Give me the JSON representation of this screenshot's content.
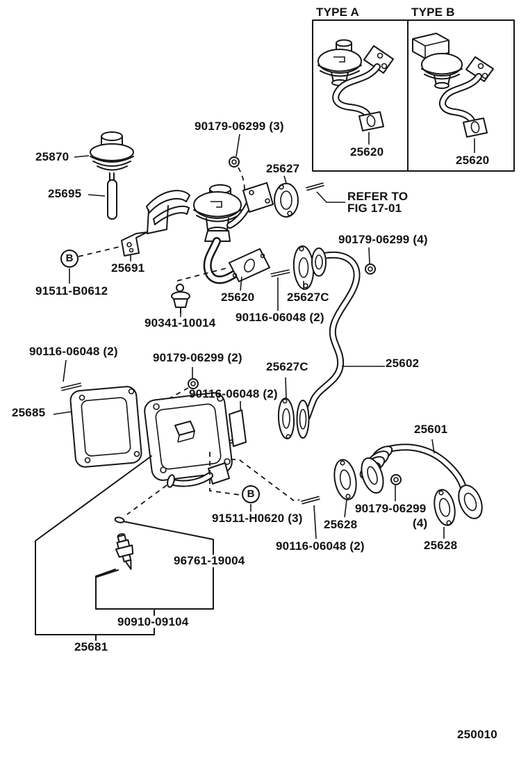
{
  "colors": {
    "ink": "#151515",
    "background": "#ffffff"
  },
  "inset": {
    "type_a_title": "TYPE A",
    "type_b_title": "TYPE B",
    "type_a_part": "25620",
    "type_b_part": "25620"
  },
  "labels": {
    "nut_90179_3": "90179-06299 (3)",
    "modulator": "25870",
    "hose_tube": "25695",
    "gasket_25627": "25627",
    "refer_line1": "REFER TO",
    "refer_line2": "FIG 17-01",
    "nut_90179_4_upper": "90179-06299 (4)",
    "bracket": "25691",
    "bolt_b1_part": "91511-B0612",
    "valve": "25620",
    "gasket_25627c_1": "25627C",
    "check_valve": "90341-10014",
    "stud_center": "90116-06048 (2)",
    "nut_90179_2": "90179-06299 (2)",
    "stud_mid": "90116-06048 (2)",
    "gasket_25627c_2": "25627C",
    "pipe_25602": "25602",
    "stud_left": "90116-06048 (2)",
    "gasket_25685": "25685",
    "pipe_25601": "25601",
    "bolt_b2_part": "91511-H0620 (3)",
    "gasket_25628_left": "25628",
    "nut_90179_4_lower_line1": "90179-06299",
    "nut_90179_4_lower_line2": "(4)",
    "gasket_25628_right": "25628",
    "stud_bottom": "90116-06048 (2)",
    "sensor": "96761-19004",
    "valve_90910": "90910-09104",
    "valve_set": "25681",
    "figure_number": "250010"
  },
  "symbols": {
    "b1": "B",
    "b2": "B"
  }
}
